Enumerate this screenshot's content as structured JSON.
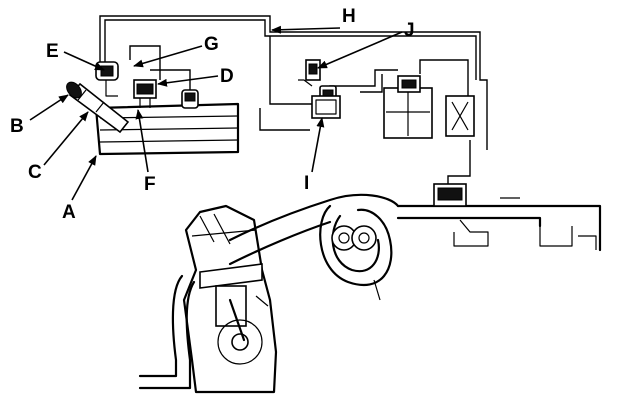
{
  "callouts": [
    {
      "id": "A",
      "text": "A"
    },
    {
      "id": "B",
      "text": "B"
    },
    {
      "id": "C",
      "text": "C"
    },
    {
      "id": "D",
      "text": "D"
    },
    {
      "id": "E",
      "text": "E"
    },
    {
      "id": "F",
      "text": "F"
    },
    {
      "id": "G",
      "text": "G"
    },
    {
      "id": "H",
      "text": "H"
    },
    {
      "id": "I",
      "text": "I"
    },
    {
      "id": "J",
      "text": "J"
    }
  ]
}
